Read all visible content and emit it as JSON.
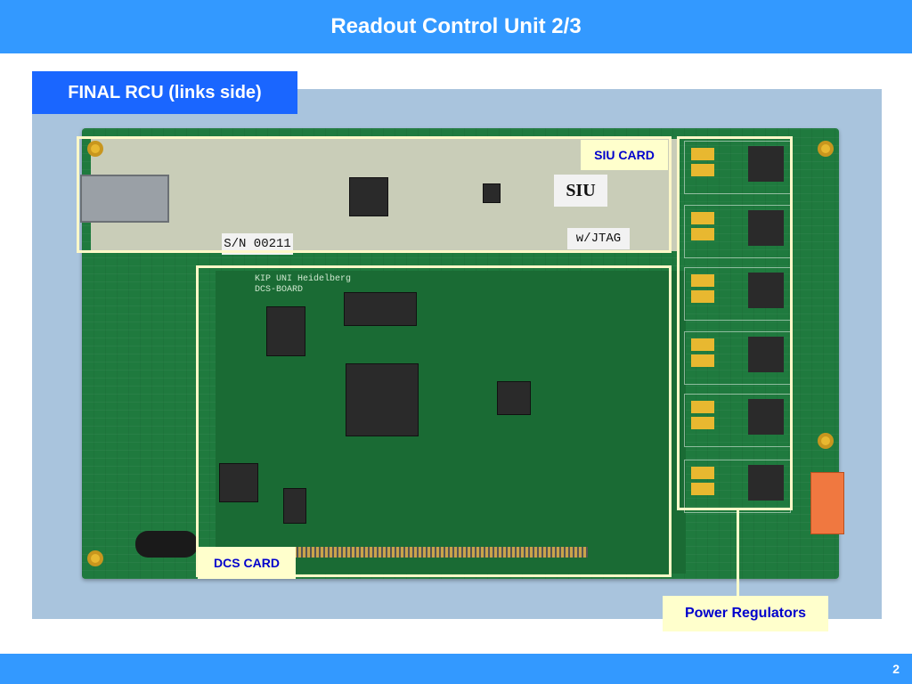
{
  "slide": {
    "title": "Readout Control Unit 2/3",
    "page_number": "2",
    "accent_color": "#3399ff",
    "section_title_bg": "#1a66ff",
    "label_bg": "#ffffcc",
    "label_text_color": "#0000cc"
  },
  "section": {
    "title": "FINAL RCU (links side)"
  },
  "labels": {
    "siu_card": "SIU CARD",
    "dcs_card": "DCS CARD",
    "power_regulators": "Power Regulators"
  },
  "photo_text": {
    "siu_plate": "SIU",
    "jtag_plate": "w/JTAG",
    "serial_number": "S/N 00211",
    "dcs_header_line1": "KIP UNI Heidelberg",
    "dcs_header_line2": "DCS-BOARD"
  }
}
